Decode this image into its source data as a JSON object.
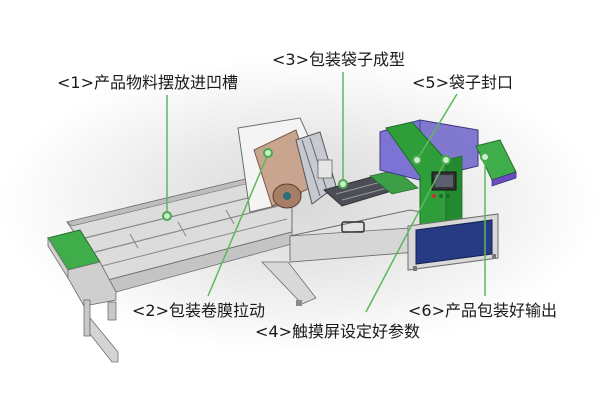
{
  "diagram": {
    "subject": "horizontal flow packaging machine",
    "accent_color": "#2e9e3a",
    "pointer_color": "#5cb85c",
    "labels": [
      {
        "id": 1,
        "text": "<1>产品物料摆放进凹槽"
      },
      {
        "id": 2,
        "text": "<2>包装卷膜拉动"
      },
      {
        "id": 3,
        "text": "<3>包装袋子成型"
      },
      {
        "id": 4,
        "text": "<4>触摸屏设定好参数"
      },
      {
        "id": 5,
        "text": "<5>袋子封口"
      },
      {
        "id": 6,
        "text": "<6>产品包装好输出"
      }
    ]
  }
}
